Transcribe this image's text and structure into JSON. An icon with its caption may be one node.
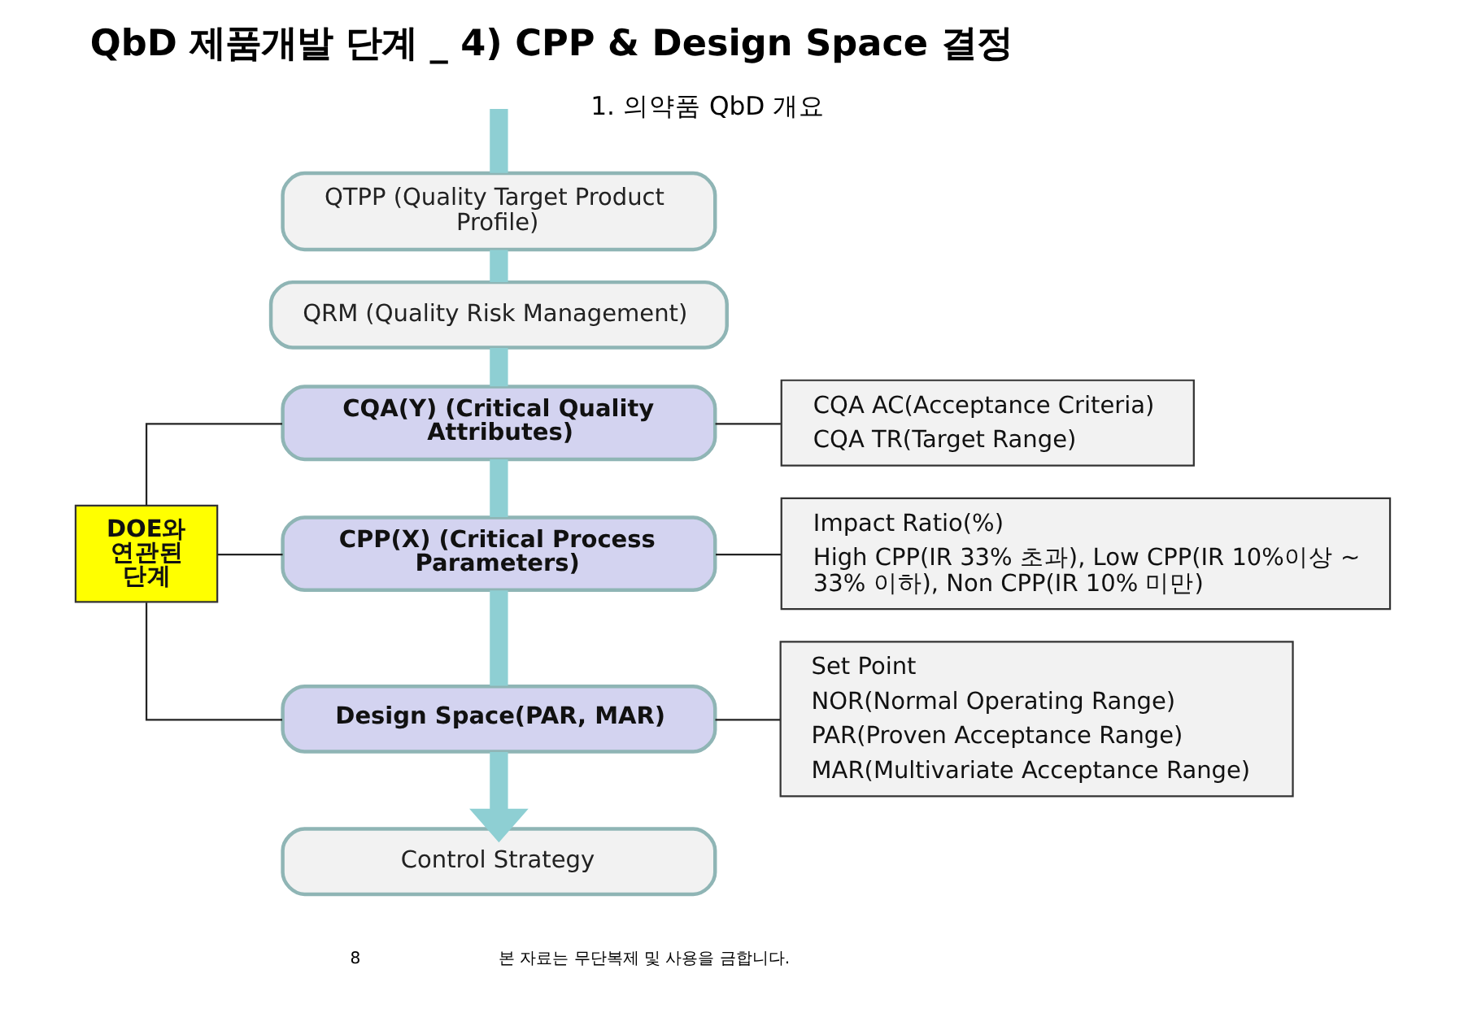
{
  "diagram": {
    "title": "QbD 제품개발 단계 _ 4) CPP & Design Space 결정",
    "nodes": [
      {
        "text": [
          "QTPP (Quality Target Product Profile)"
        ]
      },
      {
        "text": [
          "QRM (Quality Risk Management)"
        ]
      },
      {
        "text": [
          "CQA(Y) (Critical Quality Attributes)"
        ]
      },
      {
        "text": [
          "CPP(X) (Critical Process Parameters)"
        ]
      },
      {
        "text": [
          "Design Space(PAR, MAR)"
        ]
      },
      {
        "text": [
          "Control Strategy"
        ]
      },
      {
        "text": [
          "DOE와 연관된 단계"
        ]
      },
      {
        "text": [
          "CQA AC(Acceptance Criteria)",
          "CQA TR(Target Range)"
        ]
      },
      {
        "text": [
          "Impact Ratio(%)",
          "High CPP(IR 33% 초과), Low CPP(IR 10%이상 ~ 33% 이하), Non CPP(IR 10% 미만)"
        ]
      },
      {
        "text": [
          "Set Point",
          "NOR(Normal Operating Range)",
          "PAR(Proven Acceptance Range)",
          "MAR(Multivariate Acceptance Range)"
        ]
      }
    ],
    "edges": [
      {
        "from": null,
        "to": 0,
        "arrow": "none",
        "style": "thick",
        "color": "#8ecfd3"
      },
      {
        "from": 0,
        "to": 1,
        "arrow": "none",
        "style": "thick",
        "color": "#8ecfd3"
      },
      {
        "from": 1,
        "to": 2,
        "arrow": "none",
        "style": "thick",
        "color": "#8ecfd3"
      },
      {
        "from": 2,
        "to": 3,
        "arrow": "none",
        "style": "thick",
        "color": "#8ecfd3"
      },
      {
        "from": 3,
        "to": 4,
        "arrow": "none",
        "style": "thick",
        "color": "#8ecfd3"
      },
      {
        "from": 4,
        "to": 5,
        "arrow": "to",
        "style": "thick",
        "color": "#8ecfd3"
      },
      {
        "from": 6,
        "to": 2,
        "arrow": "none",
        "color": "#222222"
      },
      {
        "from": 6,
        "to": 3,
        "arrow": "none",
        "color": "#222222"
      },
      {
        "from": 6,
        "to": 4,
        "arrow": "none",
        "color": "#222222"
      },
      {
        "from": 2,
        "to": 7,
        "arrow": "none",
        "color": "#222222"
      },
      {
        "from": 3,
        "to": 8,
        "arrow": "none",
        "color": "#222222"
      },
      {
        "from": 4,
        "to": 9,
        "arrow": "none",
        "color": "#222222"
      }
    ],
    "labels": [
      "1. 의약품 QbD 개요",
      "8",
      "본 자료는 무단복제 및 사용을 금합니다."
    ]
  }
}
